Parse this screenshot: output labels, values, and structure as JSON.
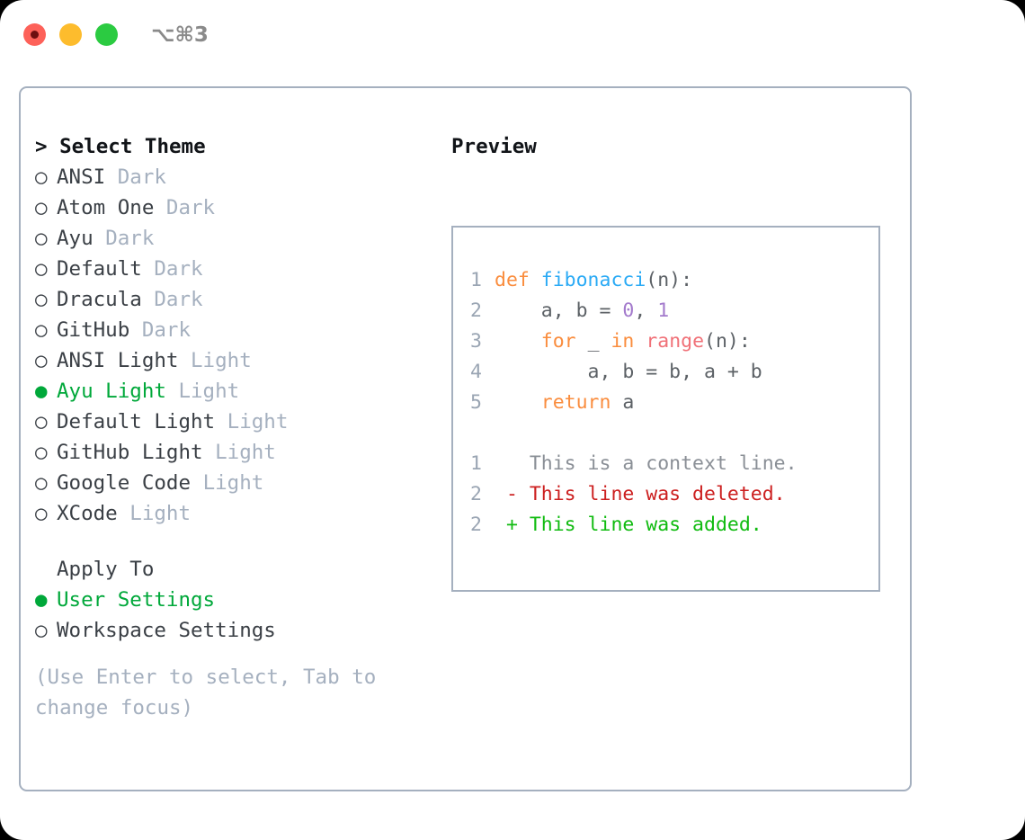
{
  "window": {
    "shortcut_label": "⌥⌘3",
    "traffic_lights": [
      {
        "name": "close",
        "color": "#fd6159"
      },
      {
        "name": "minimize",
        "color": "#fdbc2d"
      },
      {
        "name": "maximize",
        "color": "#2bcb41"
      }
    ]
  },
  "colors": {
    "accent_green": "#00a83a",
    "muted": "#a5b0bf",
    "border": "#a5b0bf",
    "text": "#3a3f45",
    "diff_add": "#10bb10",
    "diff_del": "#cc1f1f",
    "kw_orange": "#fa8d3e",
    "fn_blue": "#2aaaf5",
    "num_purple": "#a37acc",
    "call_coral": "#f07178"
  },
  "theme_picker": {
    "prompt_marker": ">",
    "title": "Select Theme",
    "marker_unselected": "○",
    "marker_selected": "●",
    "items": [
      {
        "name": "ANSI",
        "variant": "Dark",
        "selected": false
      },
      {
        "name": "Atom One",
        "variant": "Dark",
        "selected": false
      },
      {
        "name": "Ayu",
        "variant": "Dark",
        "selected": false
      },
      {
        "name": "Default",
        "variant": "Dark",
        "selected": false
      },
      {
        "name": "Dracula",
        "variant": "Dark",
        "selected": false
      },
      {
        "name": "GitHub",
        "variant": "Dark",
        "selected": false
      },
      {
        "name": "ANSI Light",
        "variant": "Light",
        "selected": false
      },
      {
        "name": "Ayu Light",
        "variant": "Light",
        "selected": true
      },
      {
        "name": "Default Light",
        "variant": "Light",
        "selected": false
      },
      {
        "name": "GitHub Light",
        "variant": "Light",
        "selected": false
      },
      {
        "name": "Google Code",
        "variant": "Light",
        "selected": false
      },
      {
        "name": "XCode",
        "variant": "Light",
        "selected": false
      }
    ]
  },
  "apply_to": {
    "title": "Apply To",
    "options": [
      {
        "label": "User Settings",
        "selected": true
      },
      {
        "label": "Workspace Settings",
        "selected": false
      }
    ]
  },
  "hint": "(Use Enter to select, Tab to change focus)",
  "preview": {
    "title": "Preview",
    "code_lines": [
      {
        "num": "1",
        "tokens": [
          {
            "t": "def ",
            "c": "kw"
          },
          {
            "t": "fibonacci",
            "c": "fn"
          },
          {
            "t": "(n):",
            "c": "punc"
          }
        ]
      },
      {
        "num": "2",
        "tokens": [
          {
            "t": "    a, b = ",
            "c": "txt"
          },
          {
            "t": "0",
            "c": "num"
          },
          {
            "t": ", ",
            "c": "txt"
          },
          {
            "t": "1",
            "c": "num"
          }
        ]
      },
      {
        "num": "3",
        "tokens": [
          {
            "t": "    ",
            "c": "txt"
          },
          {
            "t": "for",
            "c": "kw"
          },
          {
            "t": " _ ",
            "c": "txt"
          },
          {
            "t": "in",
            "c": "kw"
          },
          {
            "t": " ",
            "c": "txt"
          },
          {
            "t": "range",
            "c": "call"
          },
          {
            "t": "(n):",
            "c": "punc"
          }
        ]
      },
      {
        "num": "4",
        "tokens": [
          {
            "t": "        a, b = b, a + b",
            "c": "txt"
          }
        ]
      },
      {
        "num": "5",
        "tokens": [
          {
            "t": "    ",
            "c": "txt"
          },
          {
            "t": "return",
            "c": "kw"
          },
          {
            "t": " a",
            "c": "txt"
          }
        ]
      }
    ],
    "diff_lines": [
      {
        "num": "1",
        "sign": " ",
        "text": "This is a context line.",
        "kind": "ctx"
      },
      {
        "num": "2",
        "sign": "-",
        "text": "This line was deleted.",
        "kind": "del"
      },
      {
        "num": "2",
        "sign": "+",
        "text": "This line was added.",
        "kind": "add"
      }
    ]
  }
}
